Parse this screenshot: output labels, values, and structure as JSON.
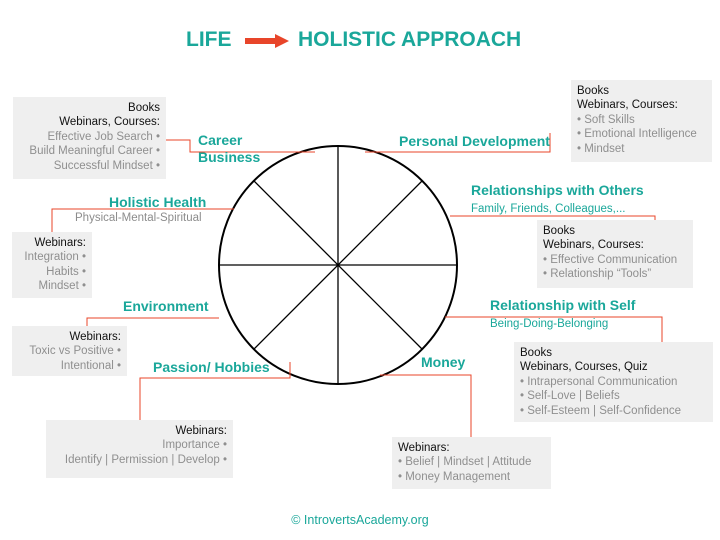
{
  "title": {
    "left": "LIFE",
    "right": "HOLISTIC APPROACH",
    "arrow_color": "#e8452a"
  },
  "colors": {
    "accent": "#1aa79a",
    "connector": "#e8452a",
    "box_bg": "#efefef",
    "item_text": "#8f8f8f"
  },
  "wheel": {
    "segments": 8
  },
  "areas": {
    "career": {
      "line1": "Career",
      "line2": "Business"
    },
    "personal_development": {
      "label": "Personal Development"
    },
    "holistic_health": {
      "label": "Holistic Health",
      "sub": "Physical-Mental-Spiritual"
    },
    "relationships_others": {
      "label": "Relationships with Others",
      "sub": "Family, Friends, Colleagues,..."
    },
    "environment": {
      "label": "Environment"
    },
    "relationship_self": {
      "label": "Relationship with Self",
      "sub": "Being-Doing-Belonging"
    },
    "passion": {
      "label": "Passion/ Hobbies"
    },
    "money": {
      "label": "Money"
    }
  },
  "boxes": {
    "career": {
      "heads": [
        "Books",
        "Webinars, Courses:"
      ],
      "items": [
        "Effective Job Search •",
        "Build Meaningful Career •",
        "Successful Mindset •"
      ]
    },
    "personal_development": {
      "heads": [
        "Books",
        "Webinars, Courses:"
      ],
      "items": [
        "• Soft Skills",
        "• Emotional Intelligence",
        "• Mindset"
      ]
    },
    "holistic_health": {
      "heads": [
        "Webinars:"
      ],
      "items": [
        "Integration •",
        "Habits •",
        "Mindset •"
      ]
    },
    "relationships_others": {
      "heads": [
        "Books",
        "Webinars, Courses:"
      ],
      "items": [
        "• Effective Communication",
        "• Relationship “Tools”"
      ]
    },
    "environment": {
      "heads": [
        "Webinars:"
      ],
      "items": [
        "Toxic vs Positive •",
        "Intentional •"
      ]
    },
    "relationship_self": {
      "heads": [
        "Books",
        "Webinars, Courses, Quiz"
      ],
      "items": [
        "• Intrapersonal Communication",
        "• Self-Love | Beliefs",
        "• Self-Esteem | Self-Confidence"
      ]
    },
    "passion": {
      "heads": [
        "Webinars:"
      ],
      "items": [
        "Importance •",
        "Identify | Permission | Develop •"
      ]
    },
    "money": {
      "heads": [
        "Webinars:"
      ],
      "items": [
        "• Belief | Mindset | Attitude",
        "• Money Management"
      ]
    }
  },
  "footer": "© IntrovertsAcademy.org"
}
